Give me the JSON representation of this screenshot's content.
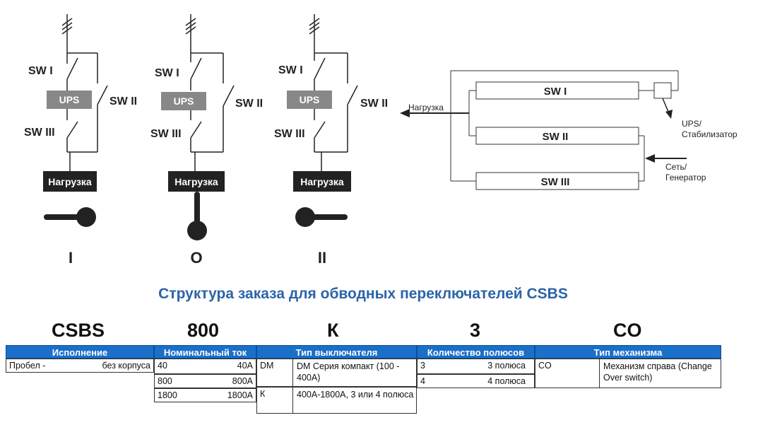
{
  "circuits": [
    {
      "sw1": "SW I",
      "ups": "UPS",
      "sw2": "SW II",
      "sw3": "SW III",
      "load": "Нагрузка",
      "position": "I"
    },
    {
      "sw1": "SW I",
      "ups": "UPS",
      "sw2": "SW II",
      "sw3": "SW III",
      "load": "Нагрузка",
      "position": "O"
    },
    {
      "sw1": "SW I",
      "ups": "UPS",
      "sw2": "SW II",
      "sw3": "SW III",
      "load": "Нагрузка",
      "position": "II"
    }
  ],
  "block_diagram": {
    "load_label": "Нагрузка",
    "sw1": "SW  I",
    "sw2": "SW  II",
    "sw3": "SW III",
    "ups_label_1": "UPS/",
    "ups_label_2": "Стабилизатор",
    "mains_label_1": "Сеть/",
    "mains_label_2": "Генератор"
  },
  "order": {
    "title": "Структура заказа для обводных переключателей CSBS",
    "codes": [
      "CSBS",
      "800",
      "К",
      "3",
      "CO"
    ],
    "headers": [
      "Исполнение",
      "Номинальный ток",
      "Тип выключателя",
      "Количество полюсов",
      "Тип механизма"
    ],
    "execution": {
      "key": "Пробел -",
      "value": "без корпуса"
    },
    "current": [
      {
        "key": "40",
        "value": "40A"
      },
      {
        "key": "800",
        "value": "800A"
      },
      {
        "key": "1800",
        "value": "1800A"
      }
    ],
    "breaker": [
      {
        "key": "DM",
        "value": "DM Серия компакт (100 - 400A)"
      },
      {
        "key": "К",
        "value": "400A-1800A, 3 или 4 полюса"
      }
    ],
    "poles": [
      {
        "key": "3",
        "value": "3 полюса"
      },
      {
        "key": "4",
        "value": "4 полюса"
      }
    ],
    "mechanism": {
      "key": "CO",
      "value": "Механизм справа (Change Over switch)"
    }
  },
  "colors": {
    "ups_box": "#888888",
    "load_box": "#222222",
    "title": "#2b64a9",
    "header": "#1a6fc9"
  }
}
